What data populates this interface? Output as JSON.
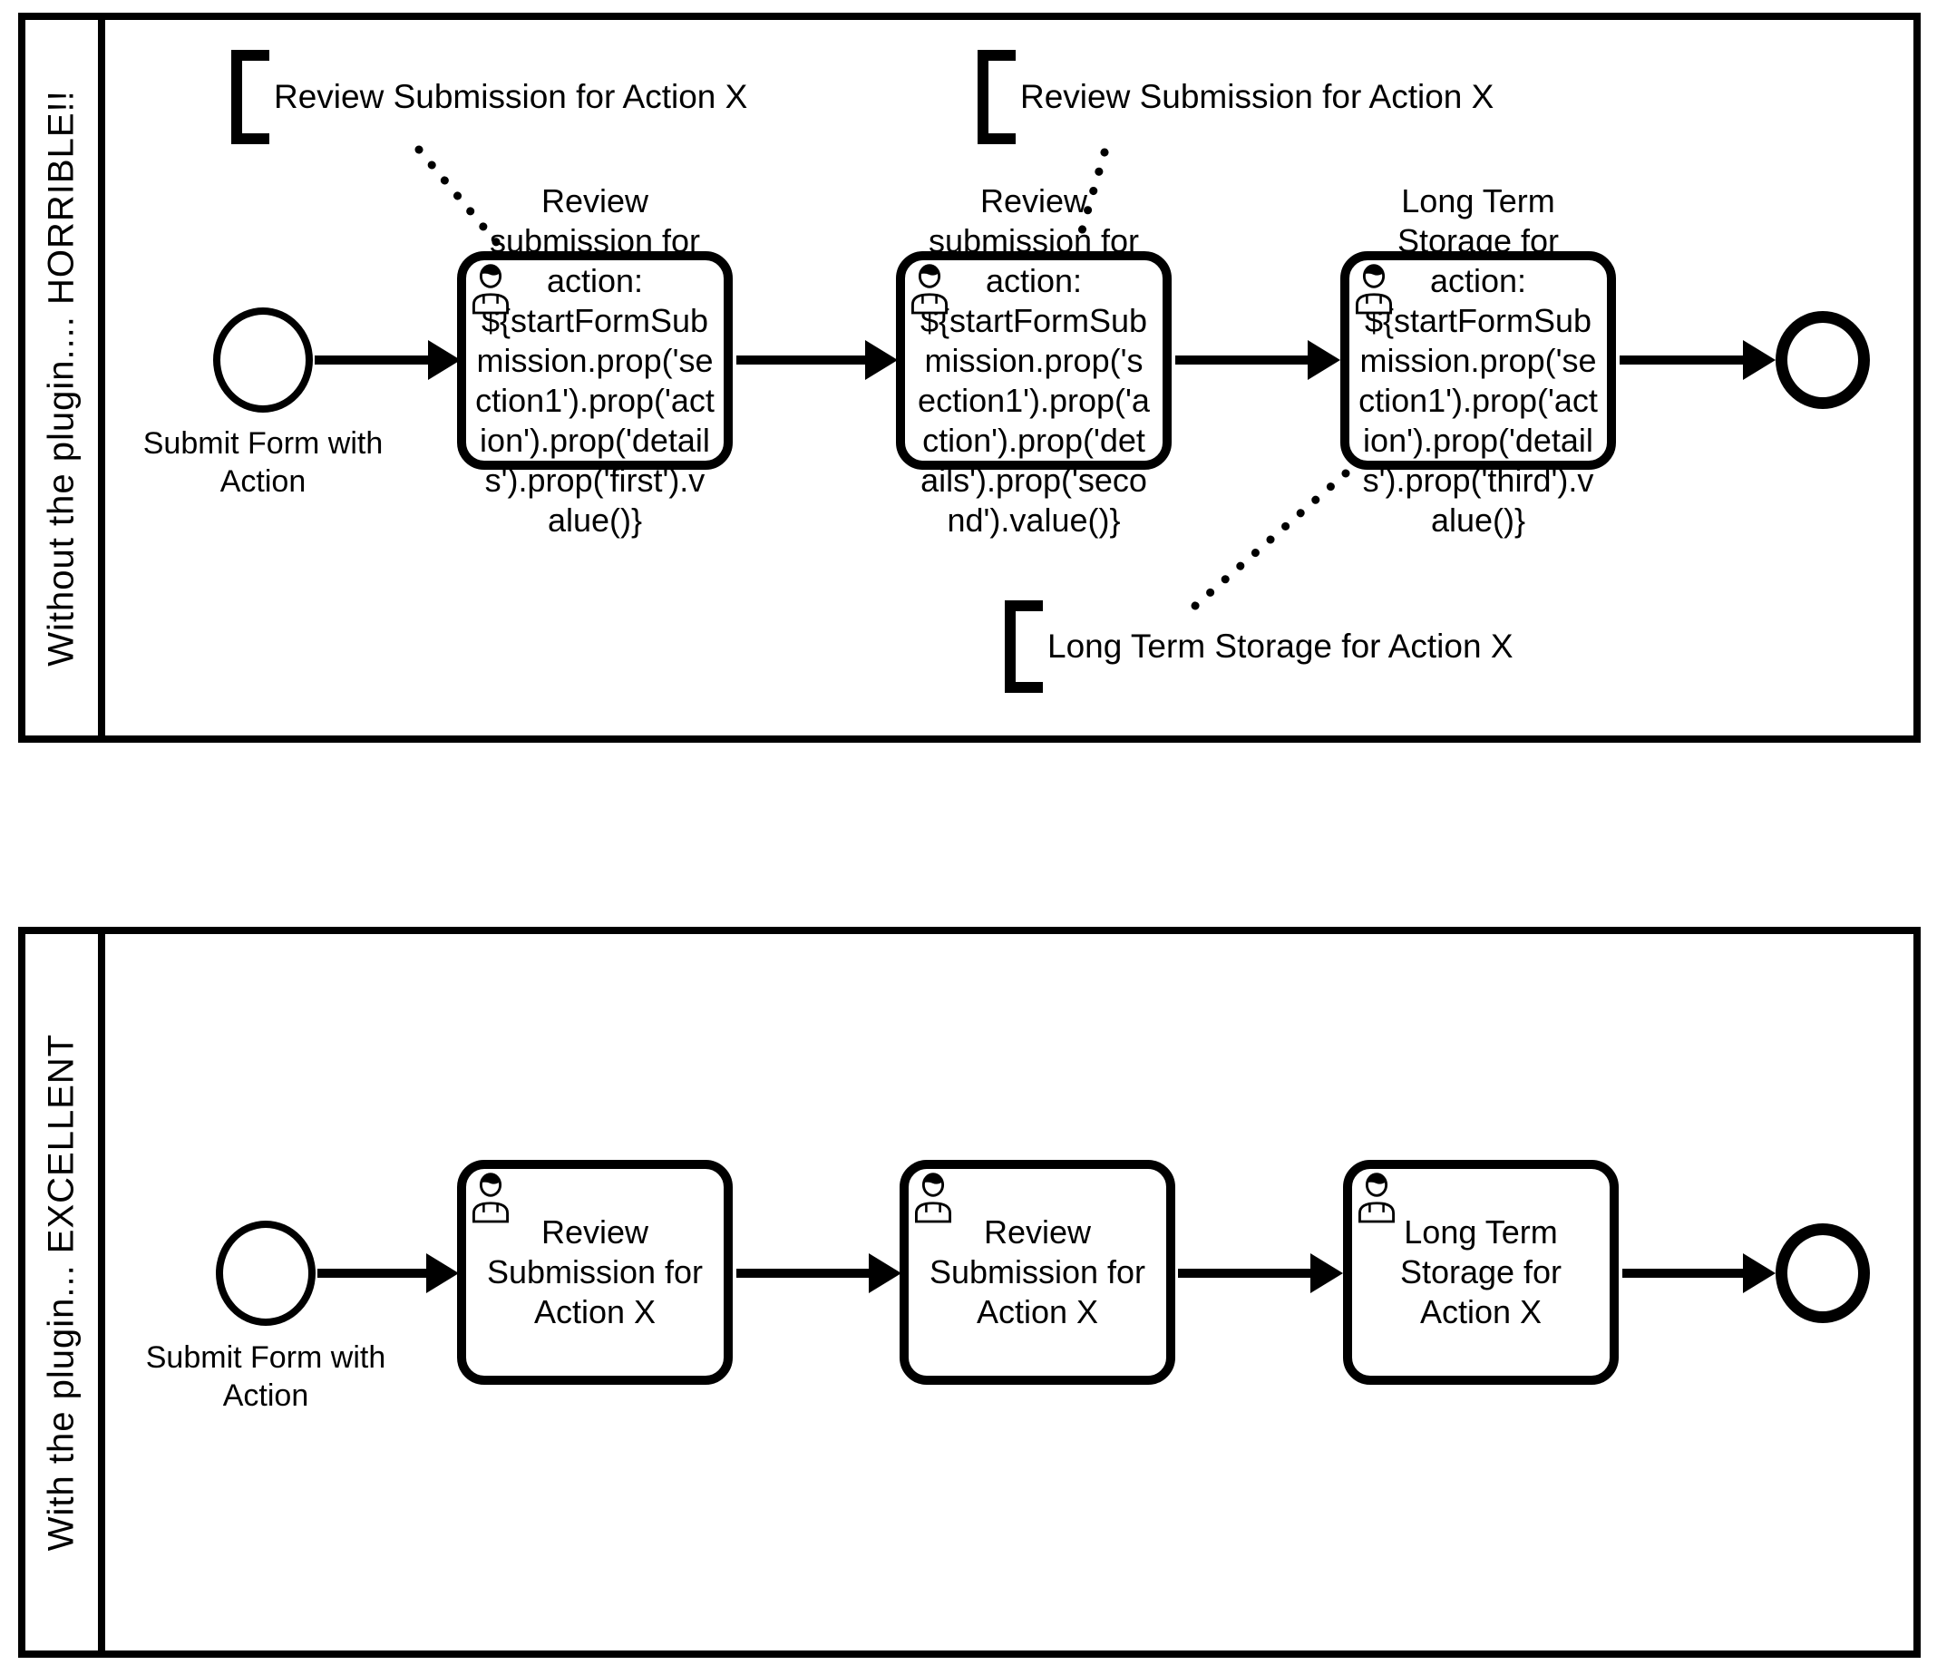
{
  "diagram": {
    "kind": "BPMN process comparison",
    "colors": {
      "ink": "#000000",
      "paper": "#ffffff"
    }
  },
  "pools": [
    {
      "label": "Without the plugin.... HORRIBLE!!",
      "start_event_label": "Submit Form with\nAction",
      "tasks": [
        {
          "label": "Review\nsubmission for\naction:\n${startFormSub\nmission.prop('se\nction1').prop('act\nion').prop('detail\ns').prop('first').v\nalue()}"
        },
        {
          "label": "Review\nsubmission for\naction:\n${startFormSub\nmission.prop('s\nection1').prop('a\nction').prop('det\nails').prop('seco\nnd').value()}"
        },
        {
          "label": "Long Term\nStorage for\naction:\n${startFormSub\nmission.prop('se\nction1').prop('act\nion').prop('detail\ns').prop('third').v\nalue()}"
        }
      ],
      "annotations": [
        {
          "text": "Review Submission for Action X"
        },
        {
          "text": "Review Submission for Action X"
        },
        {
          "text": "Long Term Storage for Action X"
        }
      ]
    },
    {
      "label": "With the plugin... EXCELLENT",
      "start_event_label": "Submit Form with\nAction",
      "tasks": [
        {
          "label": "Review\nSubmission for\nAction X"
        },
        {
          "label": "Review\nSubmission for\nAction X"
        },
        {
          "label": "Long Term\nStorage for\nAction X"
        }
      ]
    }
  ]
}
